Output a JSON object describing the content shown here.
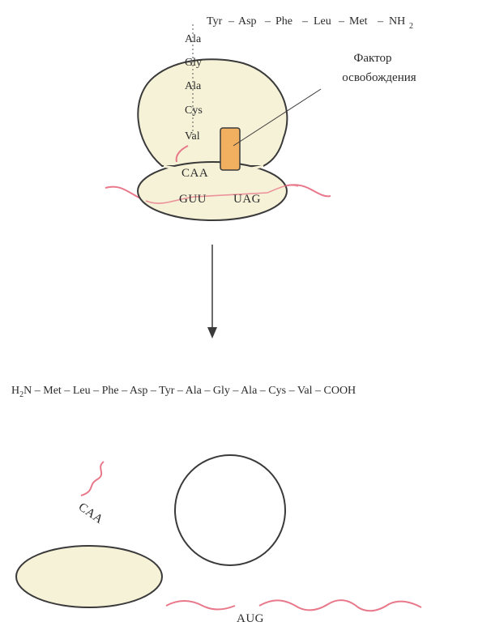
{
  "top_chain": [
    "Tyr",
    "Asp",
    "Phe",
    "Leu",
    "Met",
    "NH"
  ],
  "top_chain_subscript": "2",
  "vertical_chain": [
    "Ala",
    "Gly",
    "Ala",
    "Cys",
    "Val"
  ],
  "release_factor_label": [
    "Фактор",
    "освобождения"
  ],
  "anticodon": "CAA",
  "mrna_codons": [
    "GUU",
    "UAG"
  ],
  "bottom_chain_prefix": "H",
  "bottom_chain_prefix_sub": "2",
  "bottom_chain_prefix_end": "N",
  "bottom_chain": [
    "Met",
    "Leu",
    "Phe",
    "Asp",
    "Tyr",
    "Ala",
    "Gly",
    "Ala",
    "Cys",
    "Val",
    "COOH"
  ],
  "released_trna_anticodon": "CAA",
  "released_mrna_codon": "AUG",
  "colors": {
    "ribosome_fill": "#f6f2d8",
    "release_factor": "#f0b060",
    "mrna": "#e8788a",
    "outline": "#3a3a3a"
  }
}
